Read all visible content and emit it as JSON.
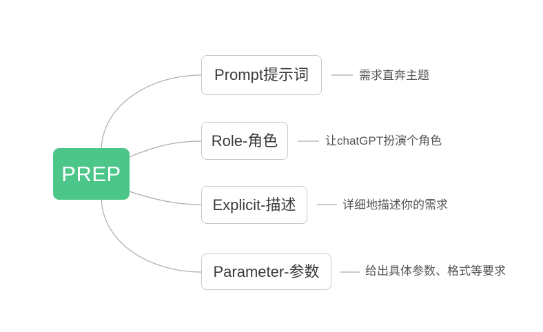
{
  "diagram": {
    "type": "mind-map",
    "background_color": "#ffffff",
    "edge_color": "#aaaaaa",
    "root": {
      "label": "PREP",
      "fill_color": "#4dc68a",
      "text_color": "#ffffff"
    },
    "branches": [
      {
        "label": "Prompt提示词",
        "leaf": "需求直奔主题"
      },
      {
        "label": "Role-角色",
        "leaf": "让chatGPT扮演个角色"
      },
      {
        "label": "Explicit-描述",
        "leaf": "详细地描述你的需求"
      },
      {
        "label": "Parameter-参数",
        "leaf": "给出具体参数、格式等要求"
      }
    ]
  }
}
